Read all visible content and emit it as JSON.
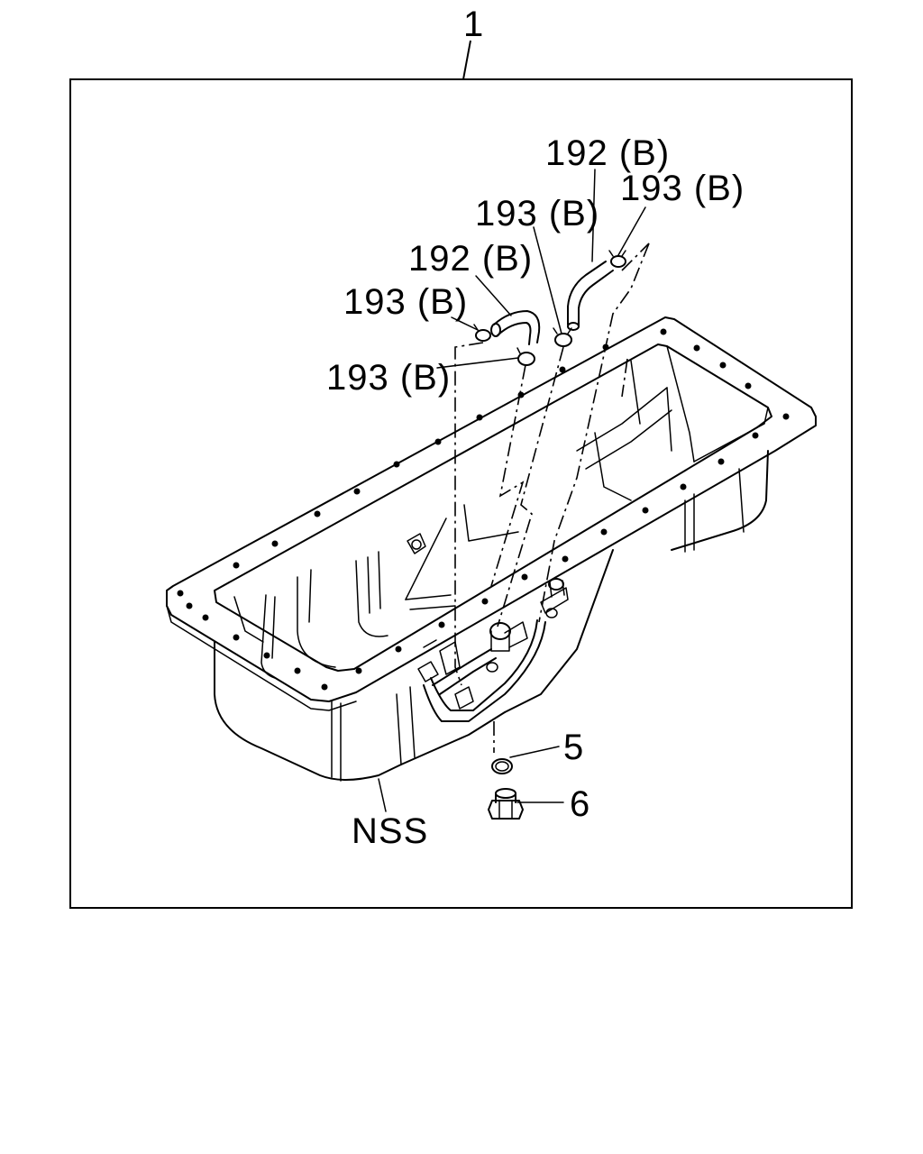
{
  "diagram": {
    "callouts": {
      "assembly": "1",
      "hose_upper_right": "192 (B)",
      "clamp_upper_right": "193 (B)",
      "clamp_upper_middle": "193 (B)",
      "hose_middle": "192 (B)",
      "clamp_left_upper": "193 (B)",
      "clamp_left_lower": "193 (B)",
      "gasket": "5",
      "drain_plug": "6",
      "oil_pan": "NSS"
    }
  }
}
